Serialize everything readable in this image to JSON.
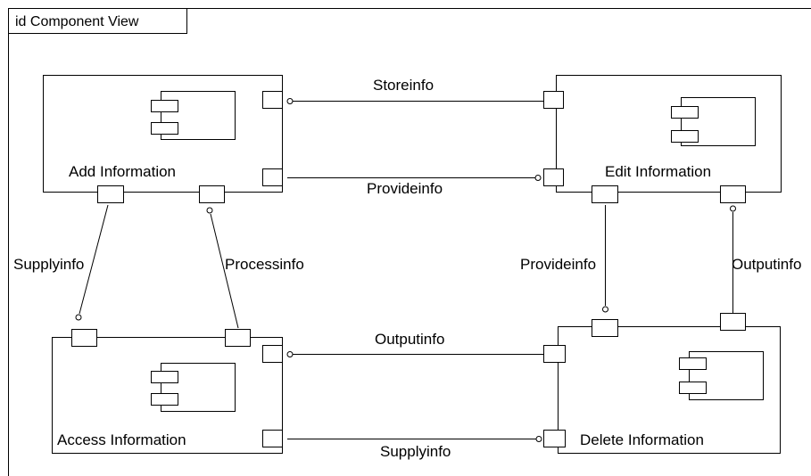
{
  "frame": {
    "title": "id Component View"
  },
  "components": {
    "add": "Add Information",
    "edit": "Edit Information",
    "access": "Access Information",
    "delete": "Delete Information"
  },
  "connectors": {
    "storeinfo": "Storeinfo",
    "provideinfo_top": "Provideinfo",
    "supplyinfo_left": "Supplyinfo",
    "processinfo": "Processinfo",
    "provideinfo_right": "Provideinfo",
    "outputinfo_right": "Outputinfo",
    "outputinfo_bottom": "Outputinfo",
    "supplyinfo_bottom": "Supplyinfo"
  },
  "colors": {
    "line": "#000000",
    "background": "#ffffff"
  }
}
